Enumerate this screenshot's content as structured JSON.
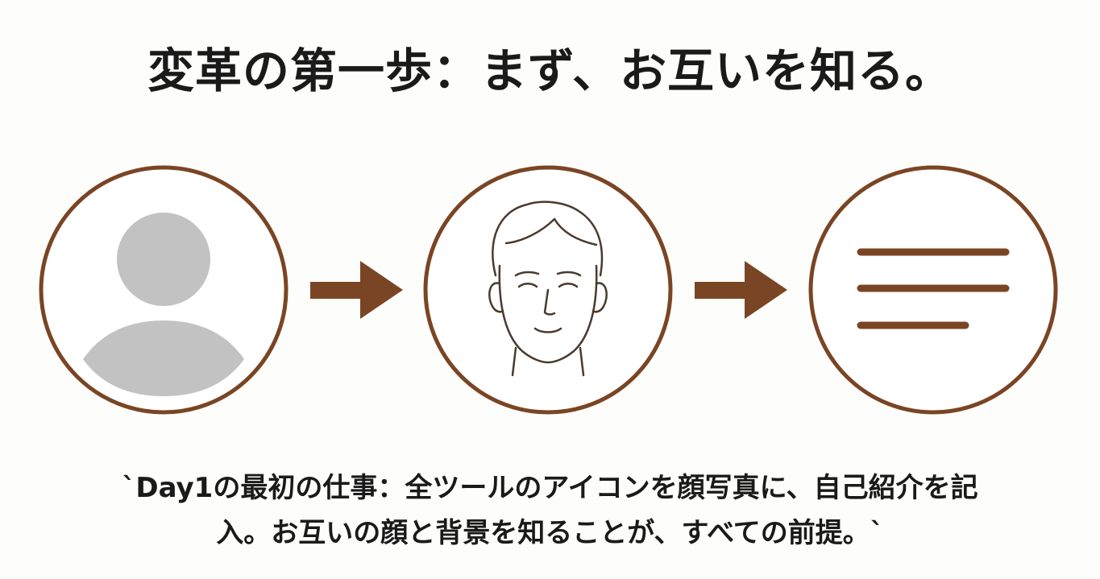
{
  "title": "変革の第一歩：まず、お互いを知る。",
  "steps": [
    {
      "icon": "default-avatar-icon"
    },
    {
      "icon": "face-photo-icon"
    },
    {
      "icon": "text-lines-icon"
    }
  ],
  "arrows": [
    "arrow-right-icon",
    "arrow-right-icon"
  ],
  "caption": {
    "line1": "`Day1の最初の仕事：全ツールのアイコンを顔写真に、自己紹介を記",
    "line2": "入。お互いの顔と背景を知ることが、すべての前提。`"
  },
  "colors": {
    "accent": "#7a4524",
    "avatar_gray": "#c2c2c2",
    "face_line": "#4a3a2e",
    "text": "#1a1a1a",
    "background": "#fdfdfb"
  }
}
